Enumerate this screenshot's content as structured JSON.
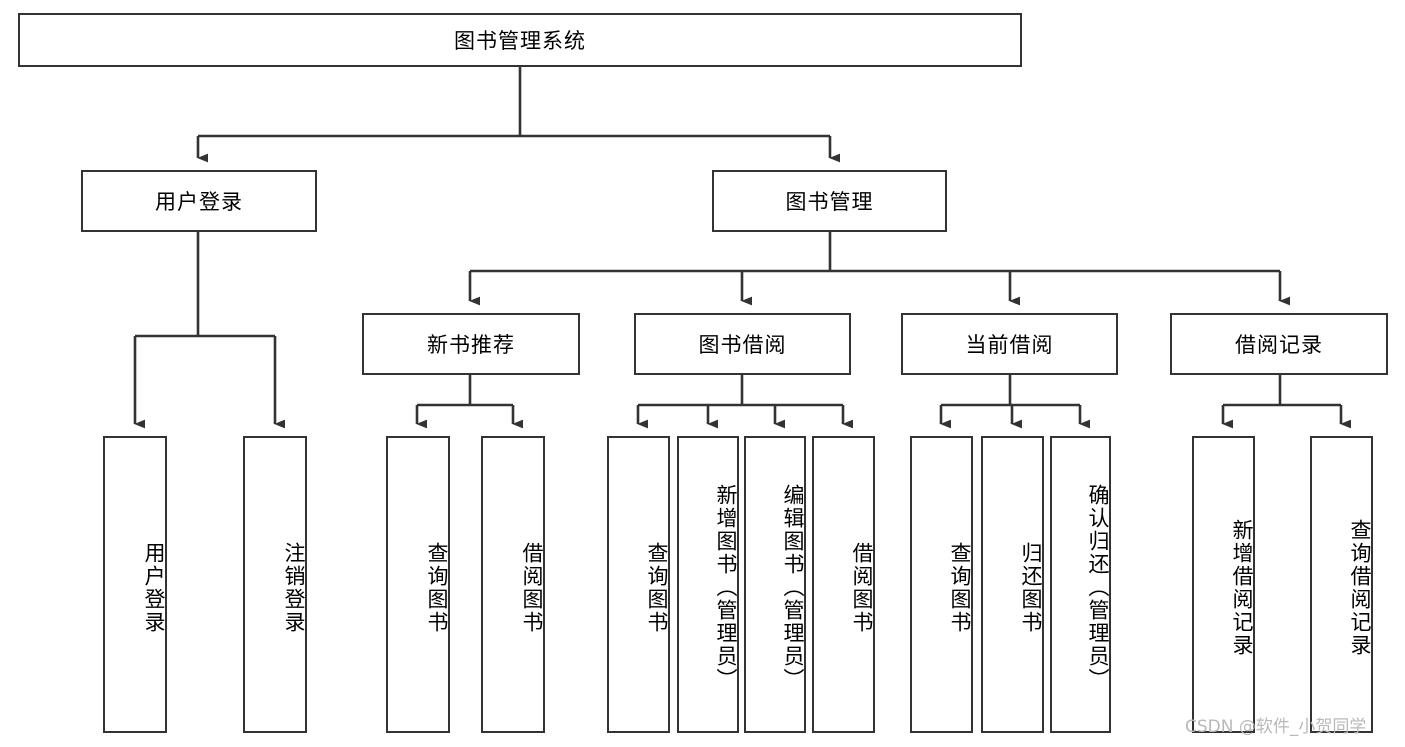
{
  "diagram": {
    "title": "图书管理系统",
    "type": "tree-hierarchy",
    "root": {
      "label": "图书管理系统"
    },
    "level2": [
      {
        "label": "用户登录"
      },
      {
        "label": "图书管理"
      }
    ],
    "level3": [
      {
        "label": "新书推荐"
      },
      {
        "label": "图书借阅"
      },
      {
        "label": "当前借阅"
      },
      {
        "label": "借阅记录"
      }
    ],
    "leaves": {
      "user_login": [
        {
          "label": "用户登录"
        },
        {
          "label": "注销登录"
        }
      ],
      "new_book_recommend": [
        {
          "label": "查询图书"
        },
        {
          "label": "借阅图书"
        }
      ],
      "book_borrow": [
        {
          "label": "查询图书"
        },
        {
          "label": "新增图书（管理员）"
        },
        {
          "label": "编辑图书（管理员）"
        },
        {
          "label": "借阅图书"
        }
      ],
      "current_borrow": [
        {
          "label": "查询图书"
        },
        {
          "label": "归还图书"
        },
        {
          "label": "确认归还（管理员）"
        }
      ],
      "borrow_records": [
        {
          "label": "新增借阅记录"
        },
        {
          "label": "查询借阅记录"
        }
      ]
    }
  },
  "watermark": {
    "text": "CSDN @软件_小贺同学"
  },
  "colors": {
    "stroke": "#333333",
    "background": "#ffffff",
    "text": "#000000",
    "watermark": "#b9b9b9"
  }
}
